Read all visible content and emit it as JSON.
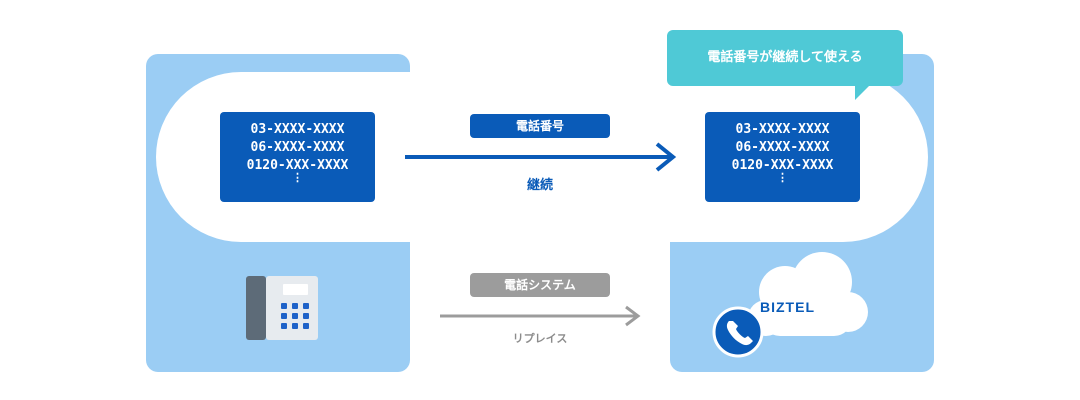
{
  "numbers": [
    "03-XXXX-XXXX",
    "06-XXXX-XXXX",
    "0120-XXX-XXXX"
  ],
  "more_indicator": "⋮",
  "badge_phone_number": "電話番号",
  "caption_continue": "継続",
  "badge_phone_system": "電話システム",
  "caption_replace": "リプレイス",
  "bubble_text": "電話番号が継続して使える",
  "cloud_brand": "BIZTEL",
  "colors": {
    "panel": "#9bcdf4",
    "accent_blue": "#0a5bb8",
    "bubble": "#4fc9d6",
    "gray": "#9c9c9c"
  }
}
